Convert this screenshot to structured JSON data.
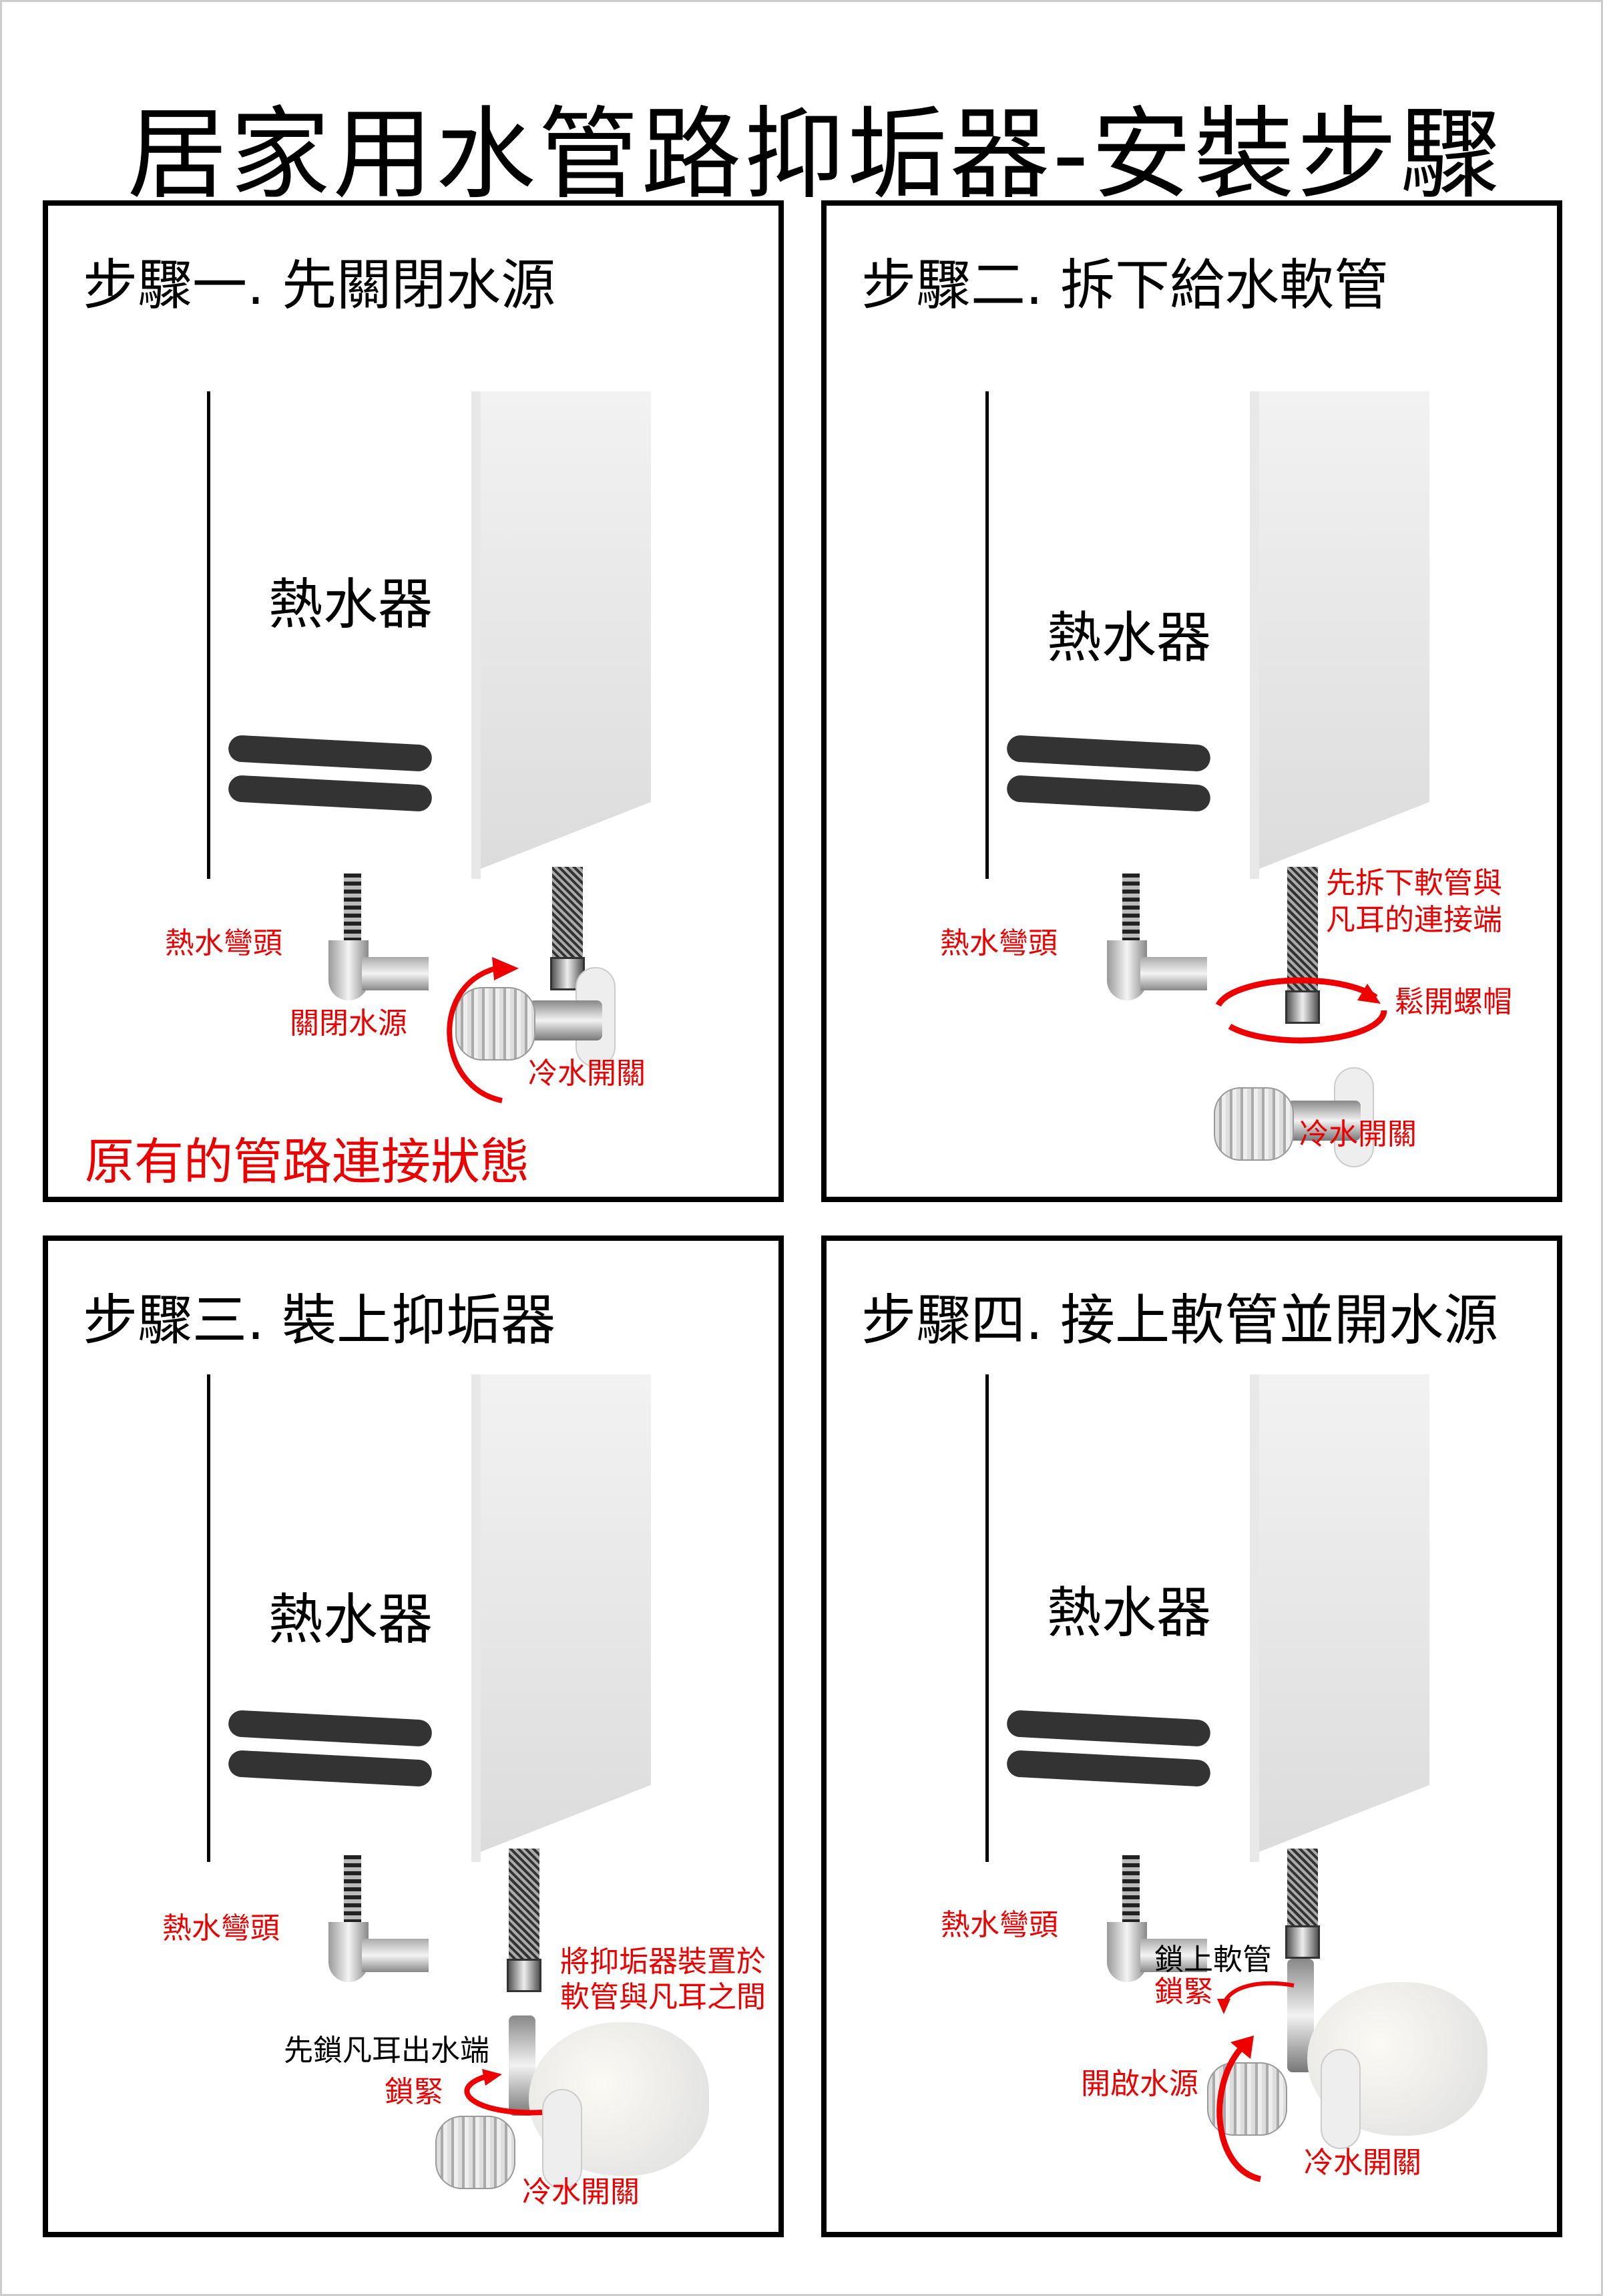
{
  "title": "居家用水管路抑垢器-安裝步驟",
  "heater_label": "熱水器",
  "colors": {
    "accent": "#e00000",
    "frame": "#000000"
  },
  "panels": [
    {
      "heading": "步驟一. 先關閉水源",
      "labels": {
        "elbow": "熱水彎頭",
        "close_water": "關閉水源",
        "cold_switch": "冷水開關",
        "original_state": "原有的管路連接狀態"
      }
    },
    {
      "heading": "步驟二. 拆下給水軟管",
      "labels": {
        "elbow": "熱水彎頭",
        "remove_line1": "先拆下軟管與",
        "remove_line2": "凡耳的連接端",
        "loosen_nut": "鬆開螺帽",
        "cold_switch": "冷水開關"
      }
    },
    {
      "heading": "步驟三. 裝上抑垢器",
      "labels": {
        "elbow": "熱水彎頭",
        "install_line1": "將抑垢器裝置於",
        "install_line2": "軟管與凡耳之間",
        "lock_outlet": "先鎖凡耳出水端",
        "tighten": "鎖緊",
        "cold_switch": "冷水開關"
      }
    },
    {
      "heading": "步驟四. 接上軟管並開水源",
      "labels": {
        "elbow": "熱水彎頭",
        "lock_hose": "鎖上軟管",
        "tighten": "鎖緊",
        "open_water": "開啟水源",
        "cold_switch": "冷水開關"
      }
    }
  ]
}
